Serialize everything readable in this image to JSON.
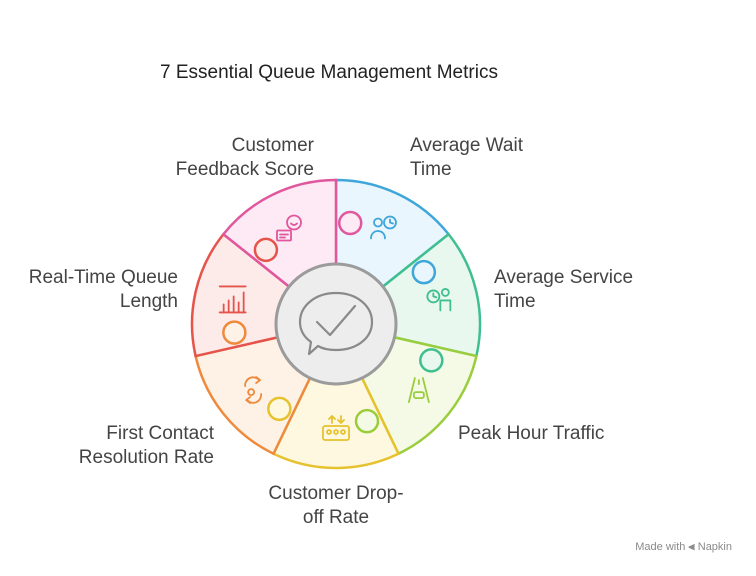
{
  "title": "7 Essential Queue Management Metrics",
  "metrics": [
    {
      "label": "Average Wait Time",
      "icon": "person-clock-icon",
      "color": "#3fa6d9",
      "fill": "#eaf6fd"
    },
    {
      "label": "Average Service Time",
      "icon": "clock-person-icon",
      "color": "#3fbf8f",
      "fill": "#e8f8ef"
    },
    {
      "label": "Peak Hour Traffic",
      "icon": "road-car-icon",
      "color": "#9acd3c",
      "fill": "#f4fae6"
    },
    {
      "label": "Customer Drop-off Rate",
      "icon": "queue-people-icon",
      "color": "#e6c22e",
      "fill": "#fdf8df"
    },
    {
      "label": "First Contact Resolution Rate",
      "icon": "resolution-cycle-icon",
      "color": "#ef8a3c",
      "fill": "#fef1e6"
    },
    {
      "label": "Real-Time Queue Length",
      "icon": "bar-chart-icon",
      "color": "#e5534b",
      "fill": "#fdebea"
    },
    {
      "label": "Customer Feedback Score",
      "icon": "feedback-smiley-icon",
      "color": "#e0579e",
      "fill": "#fdeaf4"
    }
  ],
  "center_icon": "check-speech-bubble-icon",
  "footer": {
    "prefix": "Made with",
    "brand": "Napkin"
  }
}
